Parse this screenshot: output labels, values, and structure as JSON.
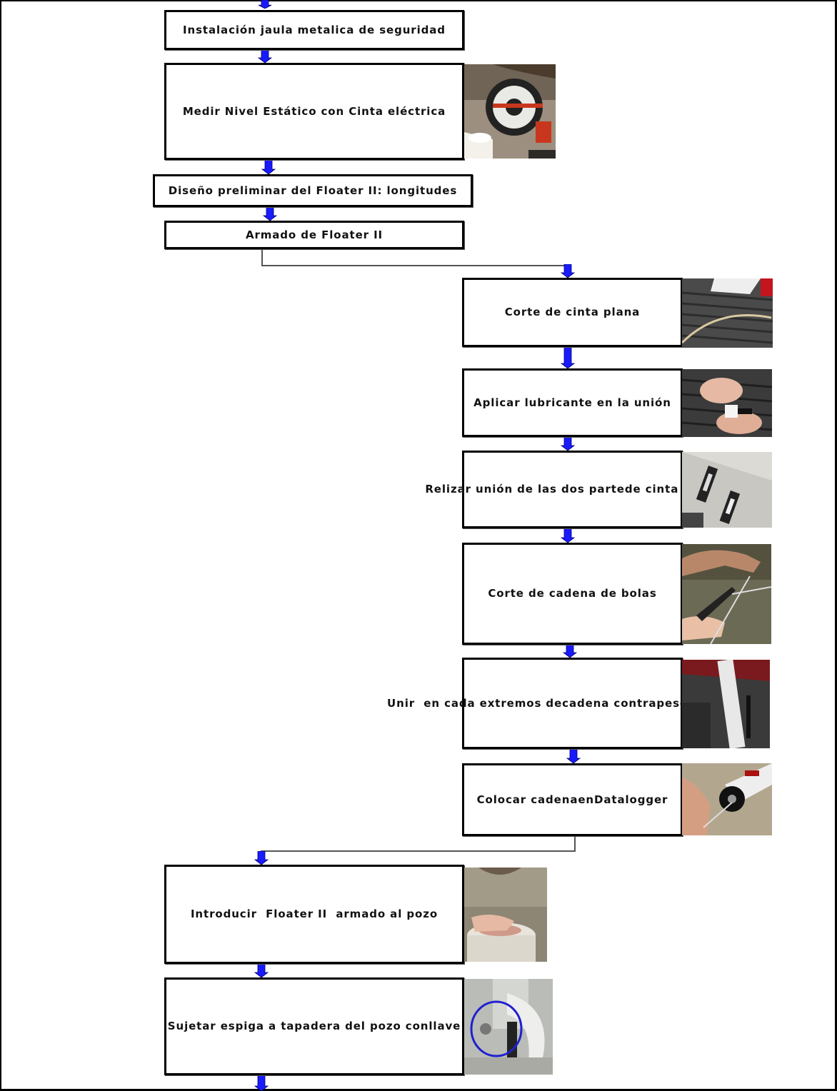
{
  "diagram": {
    "steps": [
      {
        "id": "s1",
        "lines": [
          "Instalación jaula metalica de seguridad"
        ]
      },
      {
        "id": "s2",
        "lines": [
          "Medir Nivel Estático con Cinta eléctrica"
        ]
      },
      {
        "id": "s3",
        "lines": [
          "Diseño preliminar del Floater II: longitudes"
        ]
      },
      {
        "id": "s4",
        "lines": [
          "Armado de Floater II"
        ]
      },
      {
        "id": "s5",
        "lines": [
          "Corte de cinta plana"
        ]
      },
      {
        "id": "s6",
        "lines": [
          "Aplicar lubricante en la unión"
        ]
      },
      {
        "id": "s7",
        "lines": [
          "Relizar unión de las dos parte",
          "de cinta plana"
        ]
      },
      {
        "id": "s8",
        "lines": [
          "Corte de cadena de bolas"
        ]
      },
      {
        "id": "s9",
        "lines": [
          "Unir  en cada extremos de",
          "cadena contrapeso y flotador"
        ]
      },
      {
        "id": "s10",
        "lines": [
          "Colocar cadena",
          "en",
          "Datalogger"
        ]
      },
      {
        "id": "s11",
        "lines": [
          "Introducir  Floater II  armado al pozo"
        ]
      },
      {
        "id": "s12",
        "lines": [
          "Sujetar espiga a tapadera del pozo con",
          "llave"
        ]
      }
    ],
    "photos": [
      {
        "id": "p-tape-reel",
        "subject": "electric tape reel"
      },
      {
        "id": "p-flat-tape",
        "subject": "flat tape cut"
      },
      {
        "id": "p-lubricant",
        "subject": "hands applying lubricant"
      },
      {
        "id": "p-tape-joint",
        "subject": "joined flat tape"
      },
      {
        "id": "p-bead-chain",
        "subject": "cutting bead chain"
      },
      {
        "id": "p-float",
        "subject": "float and counterweight"
      },
      {
        "id": "p-datalogger",
        "subject": "datalogger"
      },
      {
        "id": "p-well",
        "subject": "inserting into well"
      },
      {
        "id": "p-well-cap",
        "subject": "well cap with highlight circle"
      }
    ],
    "colors": {
      "arrow": "#1a1aff",
      "box_border": "#000000",
      "connector": "#555555",
      "highlight_circle": "#2020d0"
    }
  }
}
